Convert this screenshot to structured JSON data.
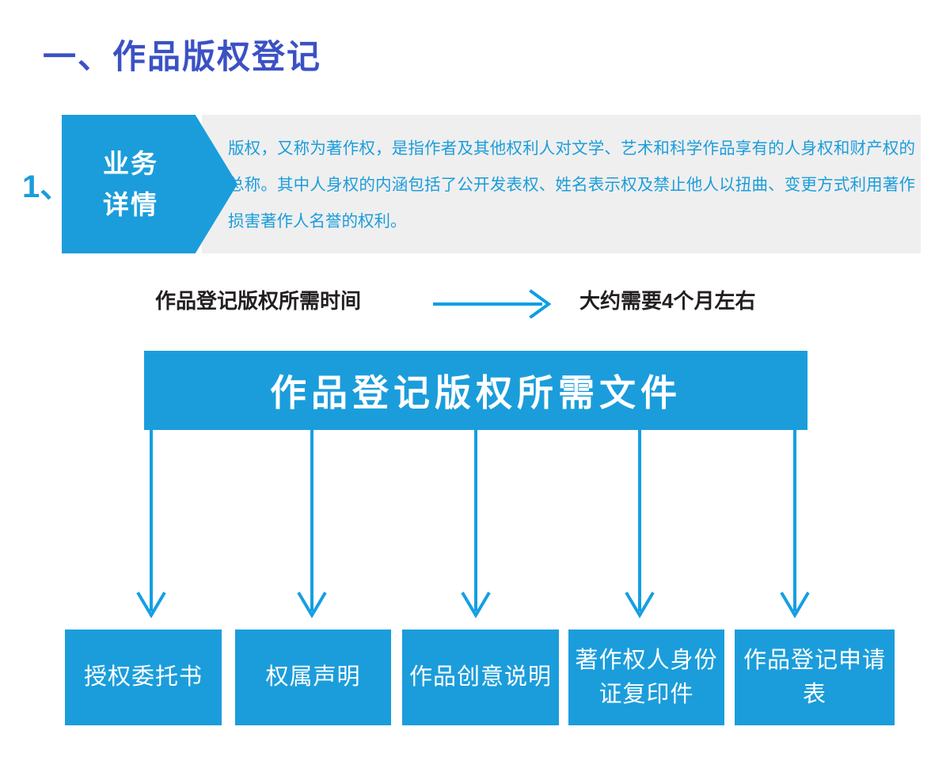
{
  "page": {
    "title": "一、作品版权登记",
    "background": "#ffffff",
    "accent_blue": "#1b9ddb",
    "title_color": "#3b51c4",
    "panel_gray": "#efefef",
    "text_dark": "#231f20"
  },
  "detail_block": {
    "index": "1、",
    "tab_lines": [
      "业务",
      "详情"
    ],
    "body": "版权，又称为著作权，是指作者及其他权利人对文学、艺术和科学作品享有的人身权和财产权的总称。其中人身权的内涵包括了公开发表权、姓名表示权及禁止他人以扭曲、变更方式利用著作损害著作人名誉的权利。"
  },
  "time_row": {
    "label": "作品登记版权所需时间",
    "arrow_icon": "right-arrow-icon",
    "value": "大约需要4个月左右"
  },
  "documents": {
    "banner_title": "作品登记版权所需文件",
    "items": [
      {
        "label": "授权委托书",
        "arrow_icon": "down-arrow-icon"
      },
      {
        "label": "权属声明",
        "arrow_icon": "down-arrow-icon"
      },
      {
        "label": "作品创意说明",
        "arrow_icon": "down-arrow-icon"
      },
      {
        "label": "著作权人身份证复印件",
        "arrow_icon": "down-arrow-icon"
      },
      {
        "label": "作品登记申请表",
        "arrow_icon": "down-arrow-icon"
      }
    ]
  }
}
